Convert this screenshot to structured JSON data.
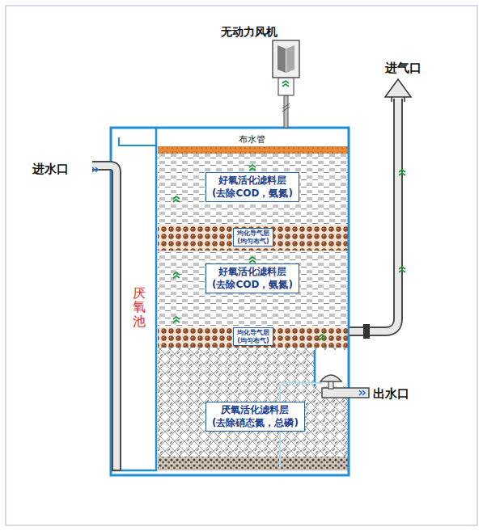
{
  "diagram": {
    "nodes": [
      {
        "text": [
          "厌氧池"
        ]
      },
      {
        "text": [
          "好氧活化滤料层",
          "(去除COD，氨氮)"
        ]
      },
      {
        "text": [
          "均化导气层",
          "(均匀布气)"
        ]
      },
      {
        "text": [
          "好氧活化滤料层",
          "(去除COD，氨氮)"
        ]
      },
      {
        "text": [
          "均化导气层",
          "(均匀布气)"
        ]
      },
      {
        "text": [
          "厌氧活化滤料层",
          "(去除硝态氮，总磷)"
        ]
      }
    ],
    "labels": [
      "无动力风机",
      "进气口",
      "进水口",
      "布水管",
      "出水口"
    ]
  }
}
